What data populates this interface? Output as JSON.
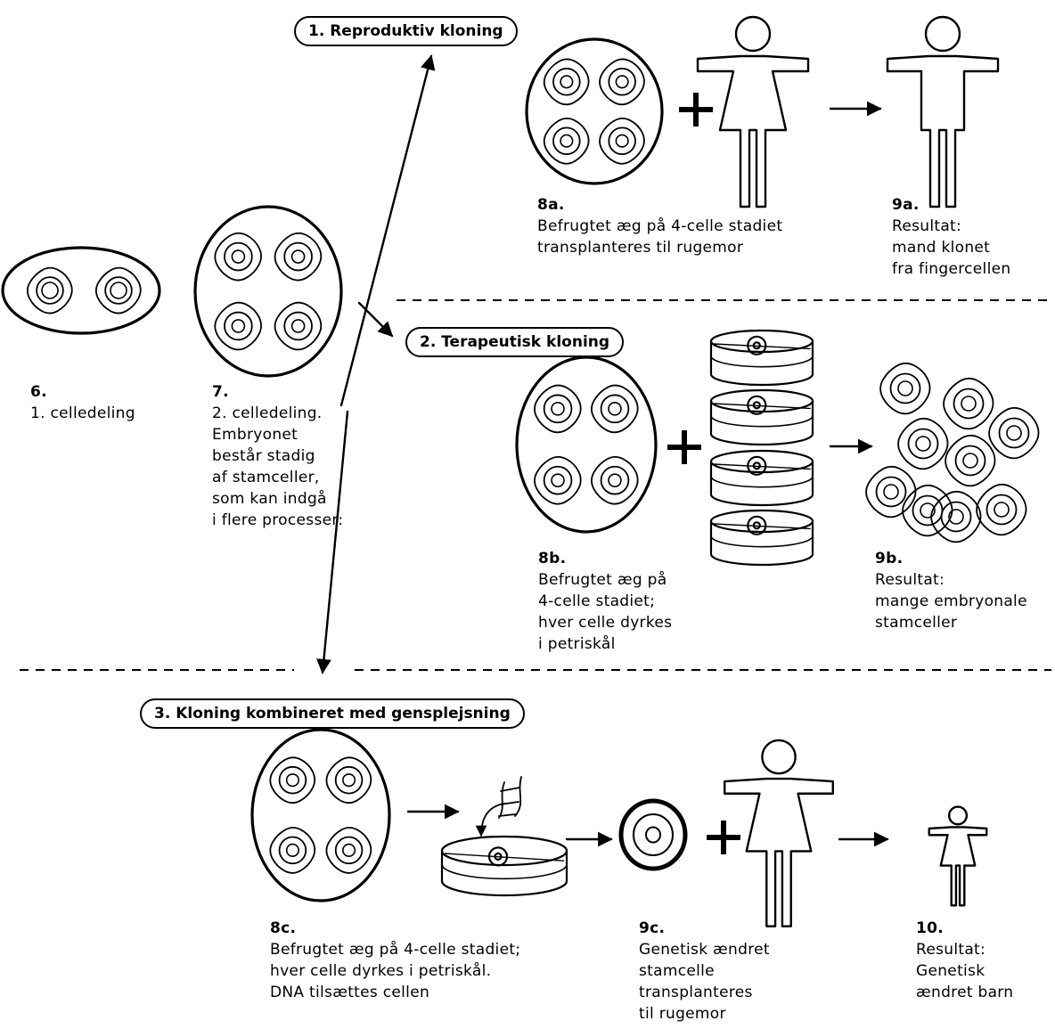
{
  "processes": {
    "reproductive": "1. Reproduktiv kloning",
    "therapeutic": "2. Terapeutisk kloning",
    "genetic": "3. Kloning kombineret med gensplejsning"
  },
  "steps": {
    "s6": {
      "num": "6.",
      "lines": [
        "1. celledeling"
      ]
    },
    "s7": {
      "num": "7.",
      "lines": [
        "2. celledeling.",
        "Embryonet",
        "består stadig",
        "af stamceller,",
        "som kan indgå",
        "i flere processer:"
      ]
    },
    "s8a": {
      "num": "8a.",
      "lines": [
        "Befrugtet æg på 4-celle stadiet",
        "transplanteres til rugemor"
      ]
    },
    "s9a": {
      "num": "9a.",
      "lines": [
        "Resultat:",
        "mand klonet",
        "fra fingercellen"
      ]
    },
    "s8b": {
      "num": "8b.",
      "lines": [
        "Befrugtet æg på",
        "4-celle stadiet;",
        "hver celle dyrkes",
        "i petriskål"
      ]
    },
    "s9b": {
      "num": "9b.",
      "lines": [
        "Resultat:",
        "mange embryonale",
        "stamceller"
      ]
    },
    "s8c": {
      "num": "8c.",
      "lines": [
        "Befrugtet æg på 4-celle stadiet;",
        "hver celle dyrkes i petriskål.",
        "DNA tilsættes cellen"
      ]
    },
    "s9c": {
      "num": "9c.",
      "lines": [
        "Genetisk ændret",
        "stamcelle",
        "transplanteres",
        "til rugemor"
      ]
    },
    "s10": {
      "num": "10.",
      "lines": [
        "Resultat:",
        "Genetisk",
        "ændret barn"
      ]
    }
  },
  "icons": [
    "embryo-2-cell-icon",
    "embryo-4-cell-icon",
    "plus-icon",
    "arrow-icon",
    "woman-icon",
    "man-icon",
    "petri-dish-icon",
    "stem-cell-icon",
    "dna-icon",
    "child-icon"
  ]
}
